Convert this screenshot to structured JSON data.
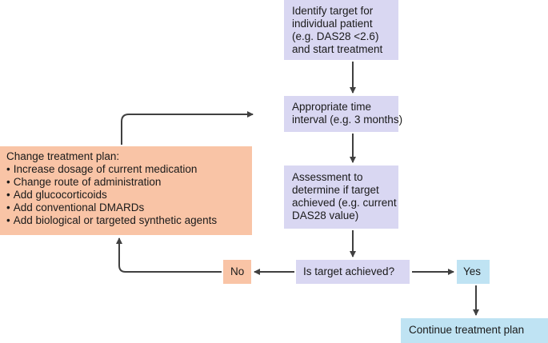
{
  "boxes": {
    "identify": [
      "Identify target for",
      "individual patient",
      "(e.g. DAS28 <2.6)",
      "and start treatment"
    ],
    "interval": [
      "Appropriate time",
      "interval (e.g. 3 months)"
    ],
    "assessment": [
      "Assessment to",
      "determine if target",
      "achieved (e.g. current",
      "DAS28 value)"
    ],
    "question": "Is target achieved?",
    "no": "No",
    "yes": "Yes",
    "continue": "Continue treatment plan",
    "change": {
      "heading": "Change treatment plan:",
      "items": [
        "Increase dosage of current medication",
        "Change route of administration",
        "Add glucocorticoids",
        "Add conventional DMARDs",
        "Add biological or targeted synthetic agents"
      ]
    }
  },
  "colors": {
    "lavender": "#d9d7f2",
    "orange": "#f9c4a6",
    "blue": "#bfe3f3",
    "arrow": "#404040"
  }
}
